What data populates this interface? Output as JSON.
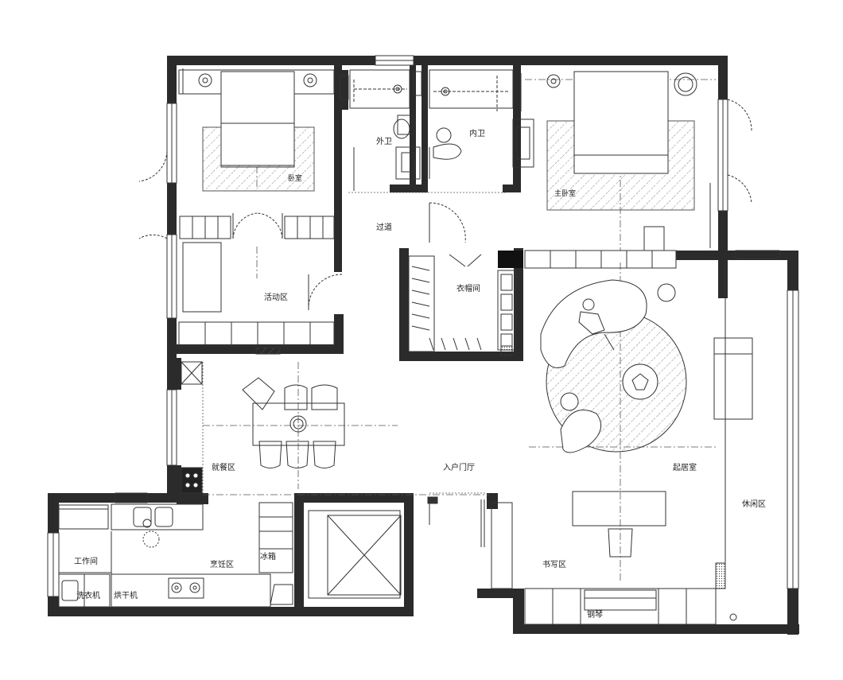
{
  "rooms": {
    "outer_bath": "外卫",
    "inner_bath": "内卫",
    "bedroom": "卧室",
    "master_bedroom": "主卧室",
    "corridor": "过道",
    "activity_area": "活动区",
    "cloakroom": "衣帽间",
    "dining_area": "就餐区",
    "entrance_hall": "入户门厅",
    "living_room": "起居室",
    "leisure_area": "休闲区",
    "work_room": "工作间",
    "kitchen": "烹饪区",
    "fridge": "冰箱",
    "writing_area": "书写区",
    "washer": "洗衣机",
    "dryer": "烘干机",
    "piano": "钢琴"
  },
  "colors": {
    "wall": "#2b2b2b",
    "line": "#333333",
    "hatch": "#555555"
  }
}
